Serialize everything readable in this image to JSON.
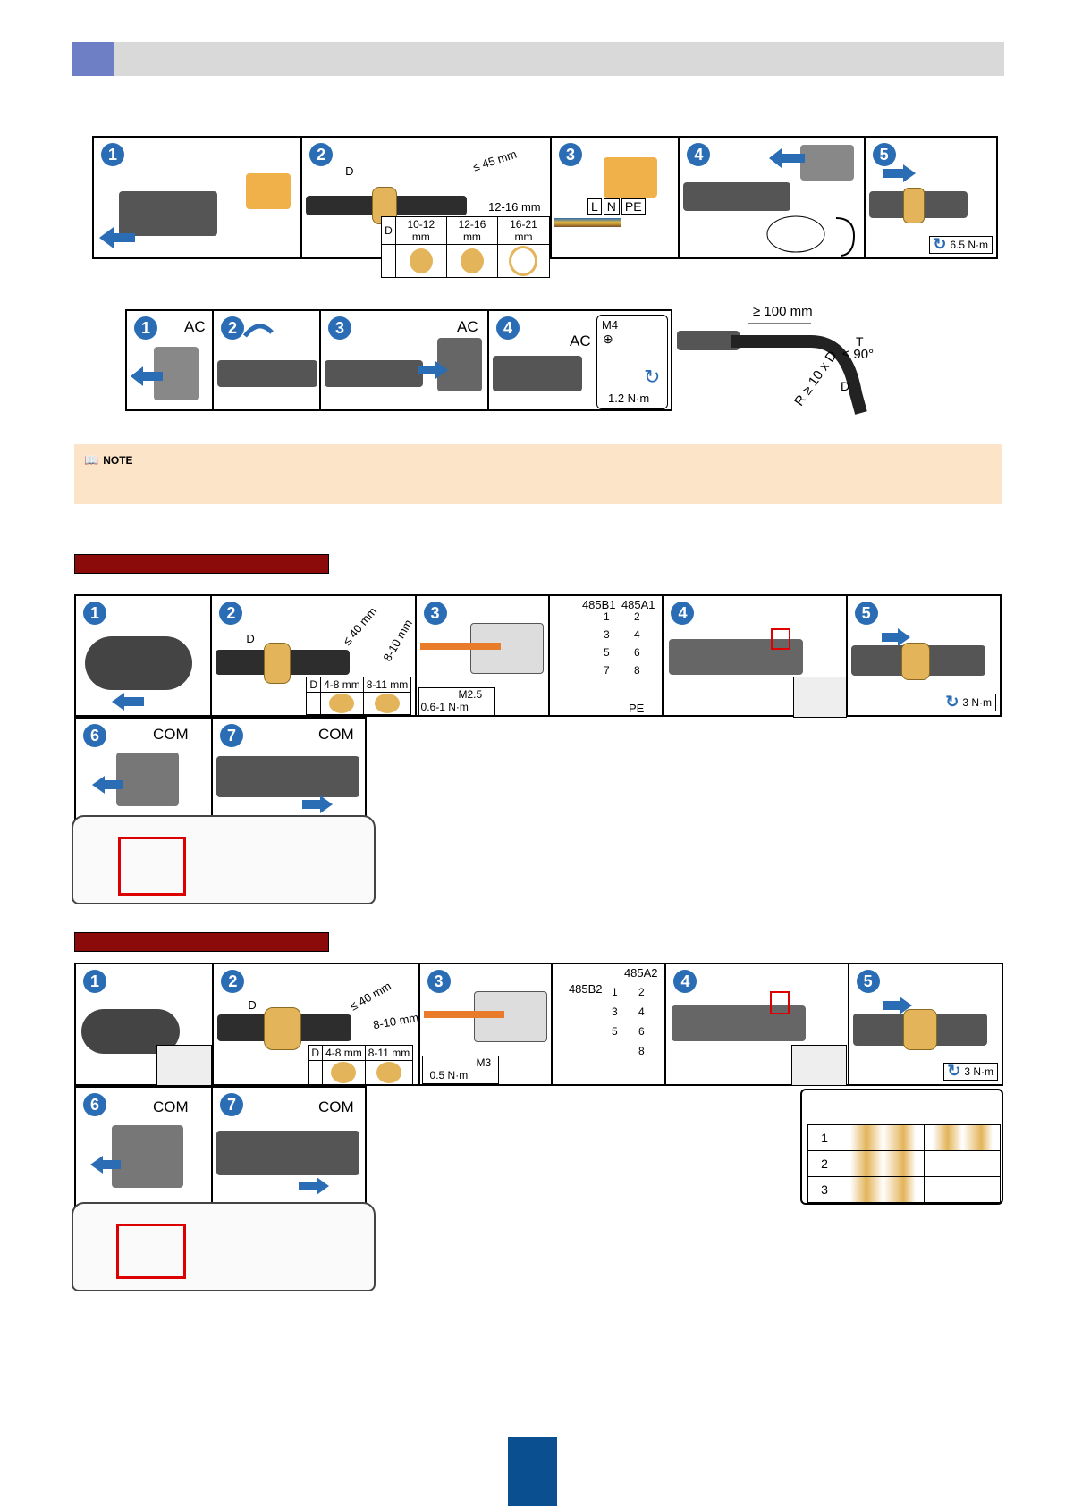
{
  "header": {
    "accent": "#6f7fc5",
    "bar": "#d9d9d9"
  },
  "ac_steps": {
    "badges": [
      "1",
      "2",
      "3",
      "4",
      "5"
    ],
    "dim_d": "D",
    "dim_strip": "≤ 45 mm",
    "dim_insulation": "12-16 mm",
    "table": {
      "head": "D",
      "cols": [
        "10-12 mm",
        "12-16 mm",
        "16-21 mm"
      ]
    },
    "terminals": [
      "L",
      "N",
      "PE"
    ],
    "torque": "6.5 N·m"
  },
  "ac_install": {
    "badges": [
      "1",
      "2",
      "3",
      "4"
    ],
    "ac_label": "AC",
    "screw": "M4",
    "torque": "1.2 N·m",
    "bend_length": "≥ 100 mm",
    "bend_radius": "R ≥ 10 x D",
    "bend_angle": "≤ 90°",
    "t_label": "T",
    "d_label": "D"
  },
  "note": {
    "title": "NOTE"
  },
  "com1": {
    "badges": [
      "1",
      "2",
      "3",
      "4",
      "5",
      "6",
      "7"
    ],
    "dim_d": "D",
    "dim_strip": "≤ 40 mm",
    "dim_insulation": "8-10 mm",
    "table": {
      "head": "D",
      "cols": [
        "4-8 mm",
        "8-11 mm"
      ]
    },
    "screw": "M2.5",
    "screw_torque": "0.6-1 N·m",
    "pins": [
      "1",
      "2",
      "3",
      "4",
      "5",
      "6",
      "7",
      "8"
    ],
    "pin_labels": [
      "485B1",
      "485A1",
      "PE"
    ],
    "torque": "3 N·m",
    "com_label": "COM"
  },
  "com2": {
    "badges": [
      "1",
      "2",
      "3",
      "4",
      "5",
      "6",
      "7"
    ],
    "dim_d": "D",
    "dim_strip": "≤ 40 mm",
    "dim_insulation": "8-10 mm",
    "table": {
      "head": "D",
      "cols": [
        "4-8 mm",
        "8-11 mm"
      ]
    },
    "screw": "M3",
    "screw_torque": "0.5 N·m",
    "pins": [
      "1",
      "2",
      "3",
      "4",
      "5",
      "6",
      "8"
    ],
    "pin_labels": [
      "485B2",
      "485A2"
    ],
    "torque": "3 N·m",
    "com_label": "COM",
    "inset_rows": [
      "1",
      "2",
      "3"
    ]
  },
  "colors": {
    "step_blue": "#2a6db5",
    "ring_gold": "#e3b45a",
    "note_bg": "#fbe4c8",
    "section_red": "#8b0a0a",
    "page_blue": "#0a4f8f"
  }
}
